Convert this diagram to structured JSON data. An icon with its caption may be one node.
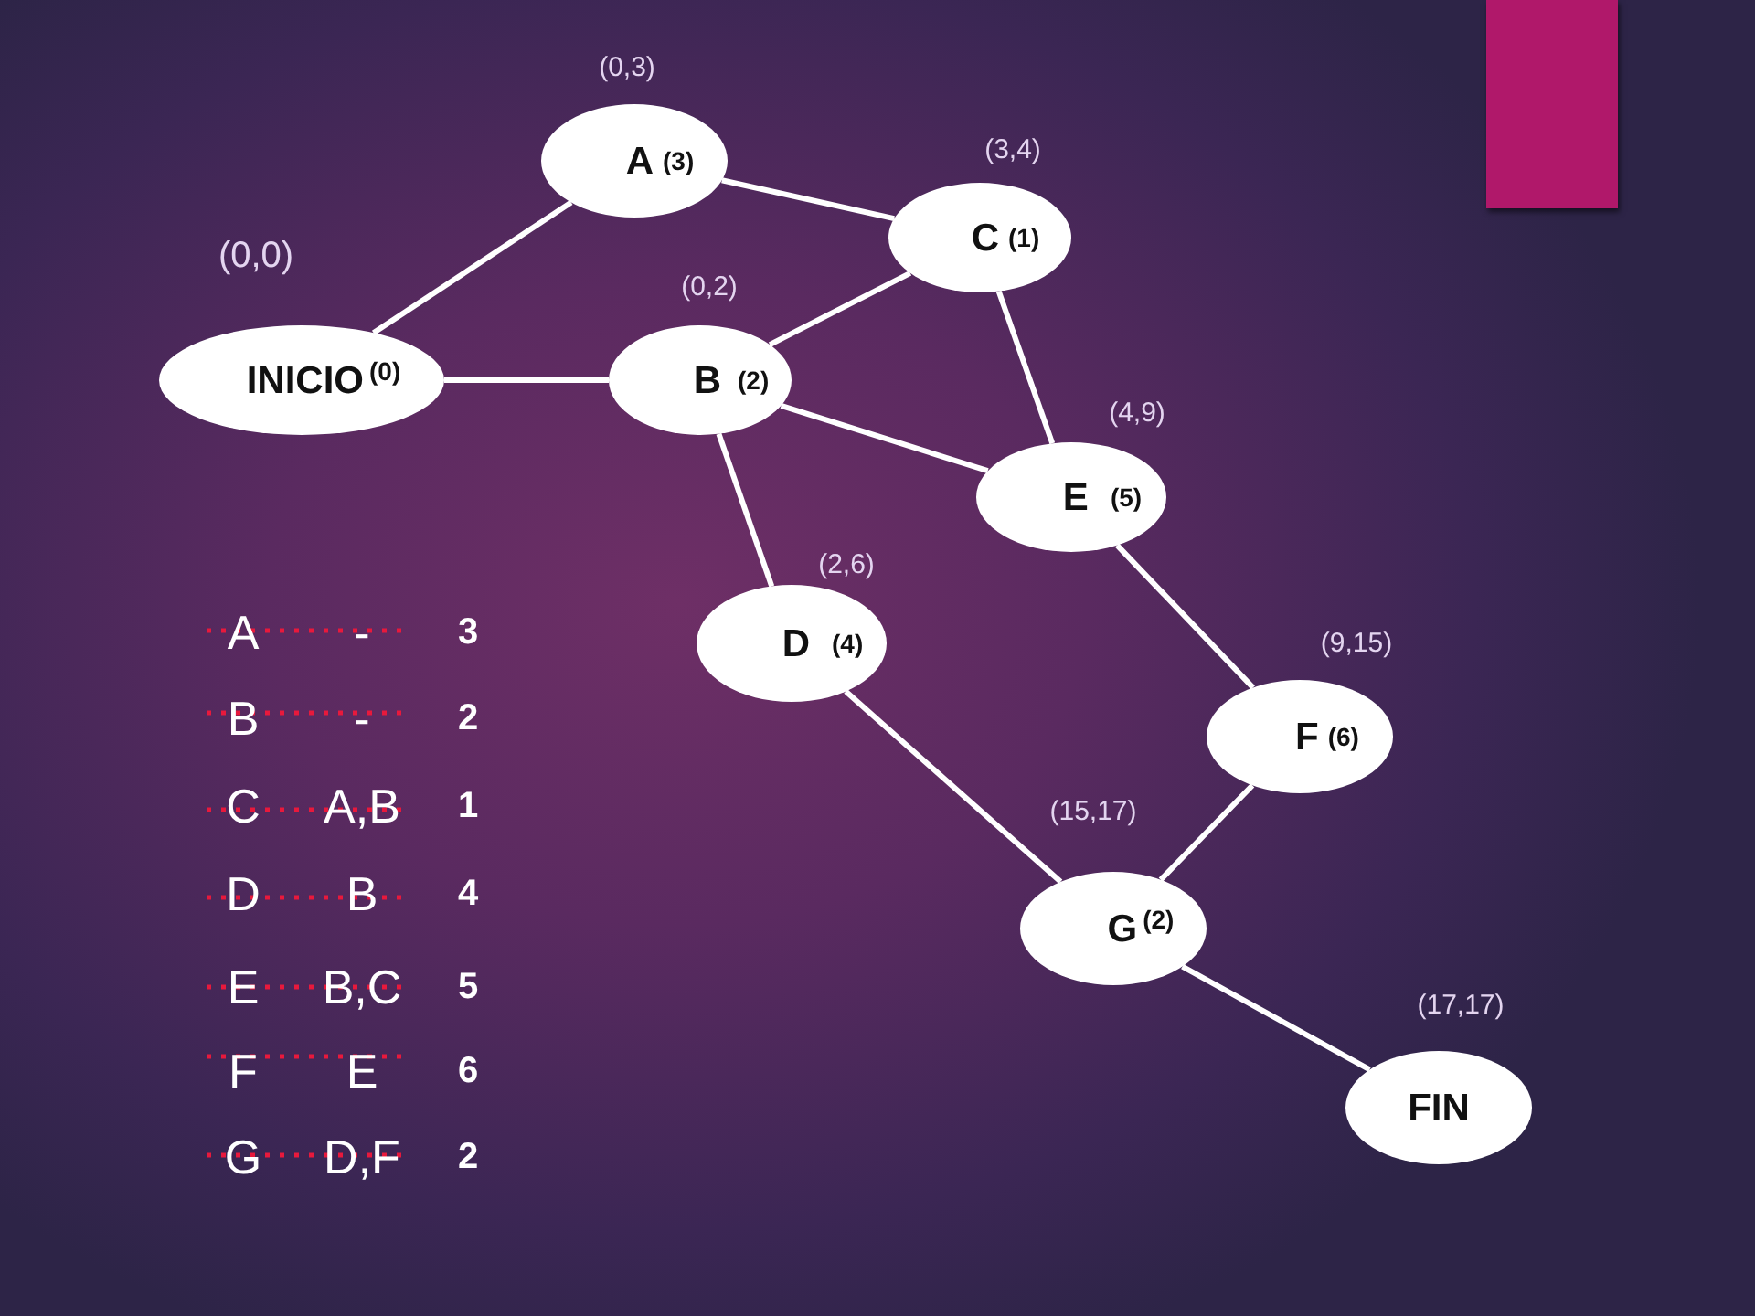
{
  "diagram": {
    "nodes": [
      {
        "text": [
          "INICIO",
          "(0)"
        ],
        "beside": [
          "(0,0)"
        ]
      },
      {
        "text": [
          "A",
          "(3)"
        ],
        "beside": [
          "(0,3)"
        ]
      },
      {
        "text": [
          "B",
          "(2)"
        ],
        "beside": [
          "(0,2)"
        ]
      },
      {
        "text": [
          "C",
          "(1)"
        ],
        "beside": [
          "(3,4)"
        ]
      },
      {
        "text": [
          "D",
          "(4)"
        ],
        "beside": [
          "(2,6)"
        ]
      },
      {
        "text": [
          "E",
          "(5)"
        ],
        "beside": [
          "(4,9)"
        ]
      },
      {
        "text": [
          "F",
          "(6)"
        ],
        "beside": [
          "(9,15)"
        ]
      },
      {
        "text": [
          "G",
          "(2)"
        ],
        "beside": [
          "(15,17)"
        ]
      },
      {
        "text": [
          "FIN"
        ],
        "beside": [
          "(17,17)"
        ]
      }
    ],
    "edges": [
      {
        "from": 0,
        "to": 1,
        "arrow": "none"
      },
      {
        "from": 0,
        "to": 2,
        "arrow": "none"
      },
      {
        "from": 1,
        "to": 3,
        "arrow": "none"
      },
      {
        "from": 2,
        "to": 3,
        "arrow": "none"
      },
      {
        "from": 3,
        "to": 5,
        "arrow": "none"
      },
      {
        "from": 2,
        "to": 5,
        "arrow": "none"
      },
      {
        "from": 2,
        "to": 4,
        "arrow": "none"
      },
      {
        "from": 5,
        "to": 6,
        "arrow": "none"
      },
      {
        "from": 4,
        "to": 7,
        "arrow": "none"
      },
      {
        "from": 6,
        "to": 7,
        "arrow": "none"
      },
      {
        "from": 7,
        "to": 8,
        "arrow": "none"
      }
    ],
    "labels": [
      "A",
      "-",
      "3",
      "B",
      "-",
      "2",
      "C",
      "A,B",
      "1",
      "D",
      "B",
      "4",
      "E",
      "B,C",
      "5",
      "F",
      "E",
      "6",
      "G",
      "D,F",
      "2"
    ]
  }
}
